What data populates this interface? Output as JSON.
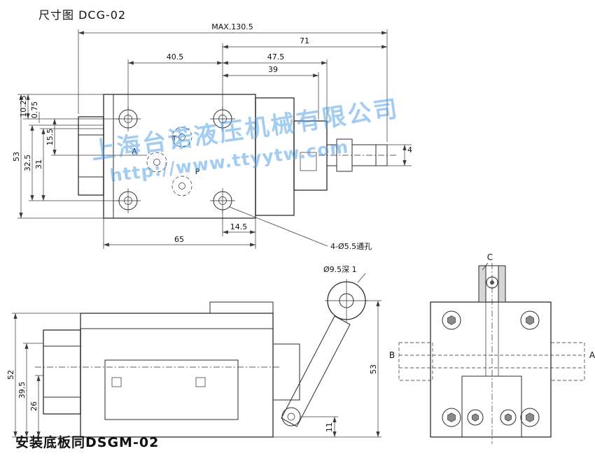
{
  "page": {
    "title": "尺寸图 DCG-02",
    "footer": "安装底板同DSGM-02"
  },
  "watermark": {
    "company": "上海台诺液压机械有限公司",
    "url": "http://www.ttyytw.com",
    "color": "#4a9be8"
  },
  "top_view": {
    "dimensions": {
      "overall_max": "MAX.130.5",
      "right_span": "71",
      "hole_pitch_h": "40.5",
      "block_span": "47.5",
      "inner_span": "39",
      "edge_offset": "10.25",
      "plate_offset": "0.75",
      "port_offset": "15.5",
      "hole_pitch_v": "31",
      "pitch_alt": "32.5",
      "body_height": "53",
      "hole_edge": "14.5",
      "body_width": "65",
      "pin_height": "4"
    },
    "ports": {
      "a": "A",
      "t": "T",
      "p": "P"
    },
    "callouts": {
      "through_holes": "4-Ø5.5通孔",
      "counterbore": "Ø9.5深 1"
    }
  },
  "side_view": {
    "dimensions": {
      "overall_height": "52",
      "mid_height": "39.5",
      "lower_height": "26",
      "roller_height": "53",
      "pivot_height": "11"
    }
  },
  "end_view": {
    "labels": {
      "port_b": "B",
      "clevis": "C",
      "port_a": "A"
    }
  }
}
